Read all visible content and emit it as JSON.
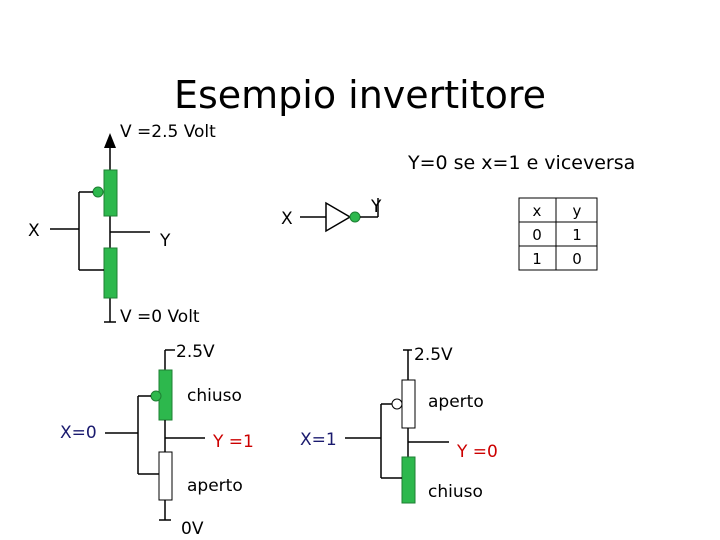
{
  "title": "Esempio invertitore",
  "top_circuit": {
    "vdd_label": "V =2.5 Volt",
    "gnd_label": "V =0 Volt",
    "input_label": "X",
    "output_label": "Y"
  },
  "gate": {
    "input_label": "X",
    "output_label": "Y",
    "description": "Y=0 se x=1 e viceversa"
  },
  "truth_table": {
    "headers": [
      "x",
      "y"
    ],
    "rows": [
      [
        "0",
        "1"
      ],
      [
        "1",
        "0"
      ]
    ]
  },
  "case_x0": {
    "vdd_label": "2.5V",
    "top_state": "chiuso",
    "input_label": "X=0",
    "output_label": "Y =1",
    "bottom_state": "aperto",
    "gnd_label": "0V"
  },
  "case_x1": {
    "vdd_label": "2.5V",
    "top_state": "aperto",
    "input_label": "X=1",
    "output_label": "Y =0",
    "bottom_state": "chiuso"
  },
  "colors": {
    "transistor_on": "#2db84d",
    "transistor_off": "#ffffff",
    "input_text": "#1a1a6e",
    "output_text": "#cc0000",
    "wire": "#000000"
  }
}
